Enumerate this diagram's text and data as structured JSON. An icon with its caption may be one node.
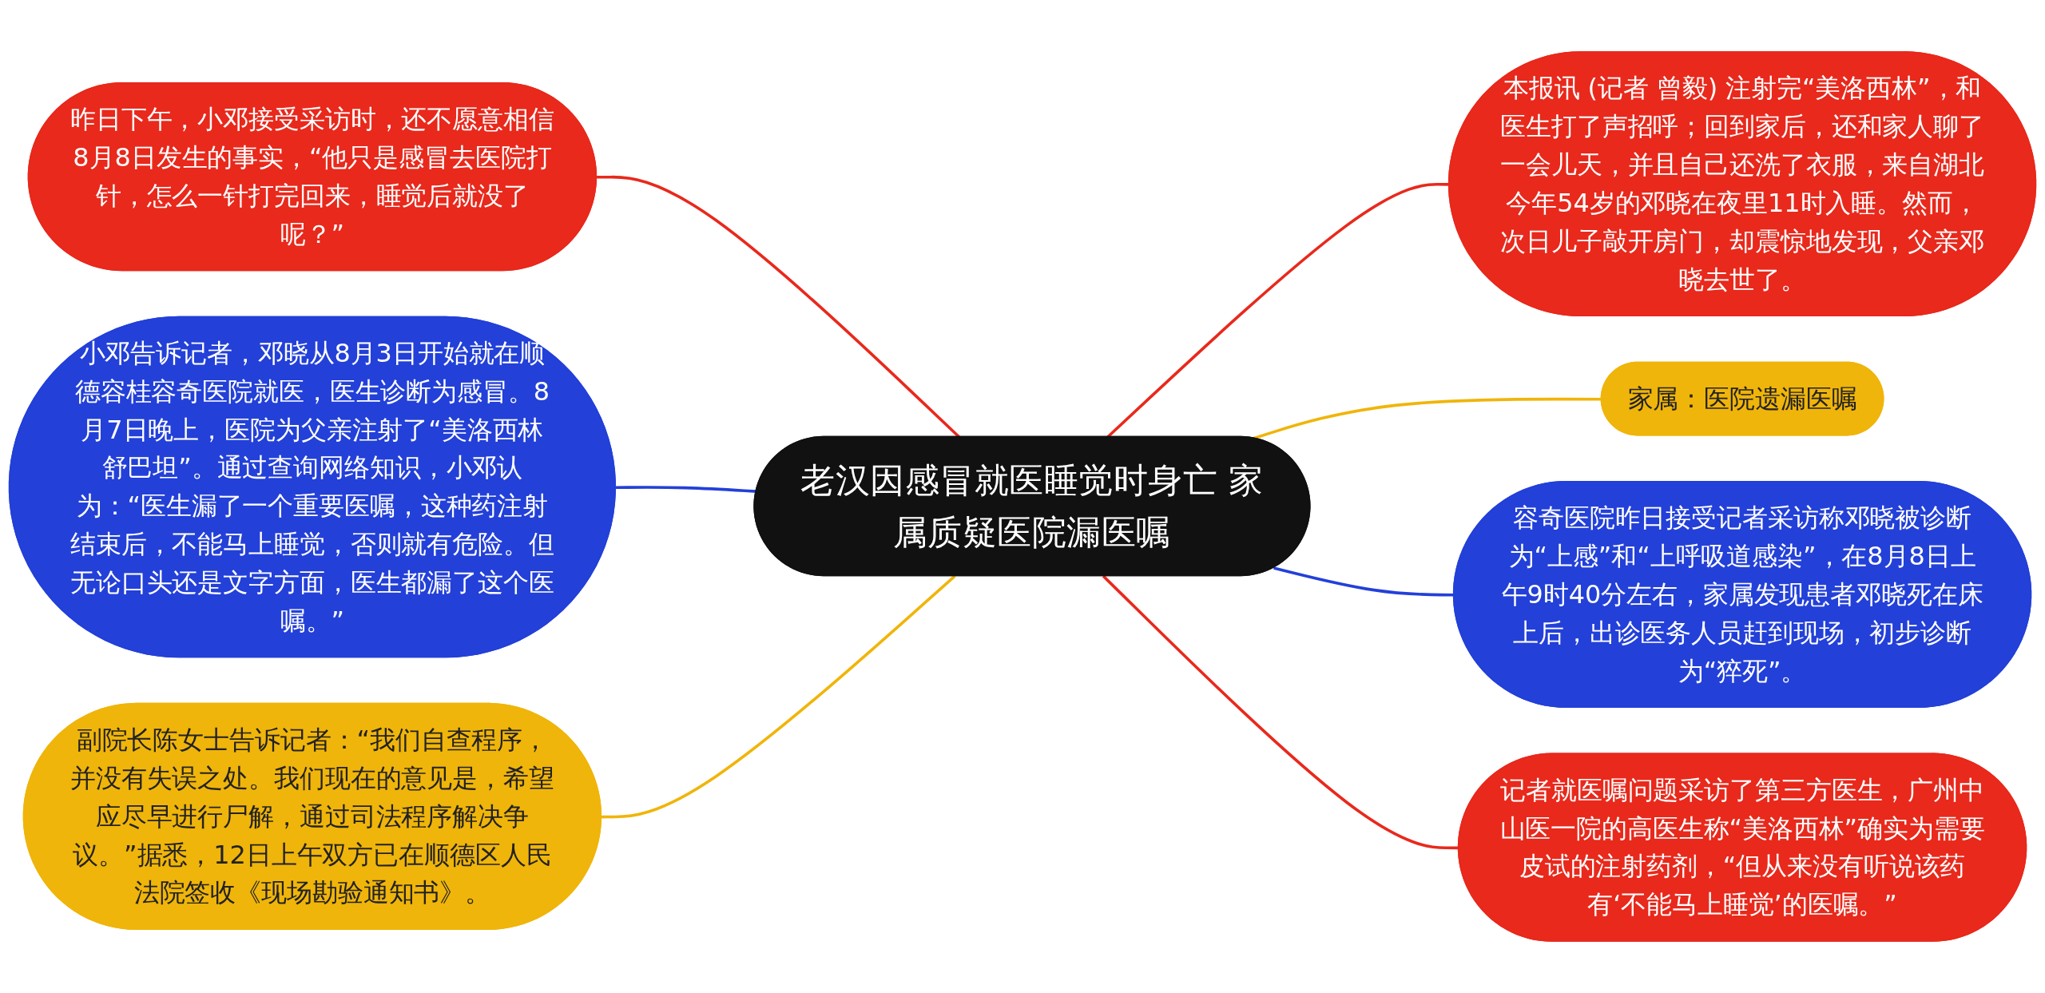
{
  "diagram": {
    "nodes": [
      {
        "text": [
          "老汉因感冒就医睡觉时身亡 家属质疑医院漏医嘱"
        ]
      },
      {
        "text": [
          "昨日下午，小邓接受采访时，还不愿意相信8月8日发生的事实，“他只是感冒去医院打针，怎么一针打完回来，睡觉后就没了呢？”"
        ]
      },
      {
        "text": [
          "小邓告诉记者，邓晓从8月3日开始就在顺德容桂容奇医院就医，医生诊断为感冒。8月7日晚上，医院为父亲注射了“美洛西林舒巴坦”。通过查询网络知识，小邓认为：“医生漏了一个重要医嘱，这种药注射结束后，不能马上睡觉，否则就有危险。但无论口头还是文字方面，医生都漏了这个医嘱。”"
        ]
      },
      {
        "text": [
          "副院长陈女士告诉记者：“我们自查程序，并没有失误之处。我们现在的意见是，希望应尽早进行尸解，通过司法程序解决争议。”据悉，12日上午双方已在顺德区人民法院签收《现场勘验通知书》。"
        ]
      },
      {
        "text": [
          "本报讯 (记者 曾毅) 注射完“美洛西林”，和医生打了声招呼；回到家后，还和家人聊了一会儿天，并且自己还洗了衣服，来自湖北今年54岁的邓晓在夜里11时入睡。然而，次日儿子敲开房门，却震惊地发现，父亲邓晓去世了。"
        ]
      },
      {
        "text": [
          "家属：医院遗漏医嘱"
        ]
      },
      {
        "text": [
          "容奇医院昨日接受记者采访称邓晓被诊断为“上感”和“上呼吸道感染”，在8月8日上午9时40分左右，家属发现患者邓晓死在床上后，出诊医务人员赶到现场，初步诊断为“猝死”。"
        ]
      },
      {
        "text": [
          "记者就医嘱问题采访了第三方医生，广州中山医一院的高医生称“美洛西林”确实为需要皮试的注射药剂，“但从来没有听说该药有‘不能马上睡觉’的医嘱。”"
        ]
      }
    ],
    "edges": [
      {
        "from": 0,
        "to": 1,
        "arrow": "none"
      },
      {
        "from": 0,
        "to": 2,
        "arrow": "none",
        "color": "#2340d8"
      },
      {
        "from": 0,
        "to": 3,
        "arrow": "none",
        "color": "#f0b50a"
      },
      {
        "from": 0,
        "to": 4,
        "arrow": "none"
      },
      {
        "from": 0,
        "to": 5,
        "arrow": "none",
        "color": "#f0b50a"
      },
      {
        "from": 0,
        "to": 6,
        "arrow": "none",
        "color": "#2340d8"
      },
      {
        "from": 0,
        "to": 7,
        "arrow": "none"
      }
    ]
  }
}
